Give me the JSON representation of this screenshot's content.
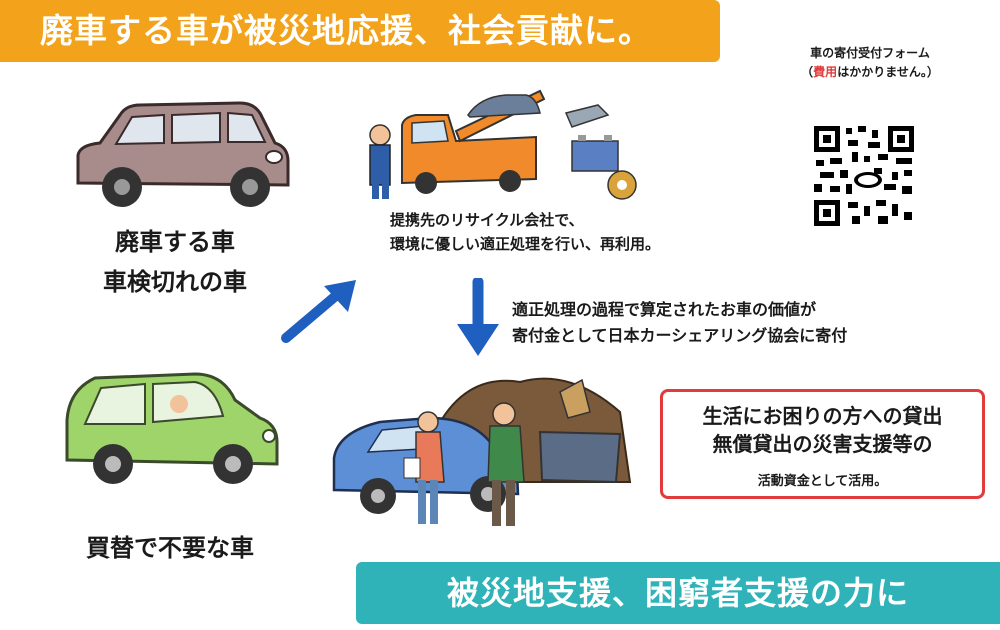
{
  "header": {
    "title": "廃車する車が被災地応援、社会貢献に。"
  },
  "footer": {
    "title": "被災地支援、困窮者支援の力に"
  },
  "left": {
    "top_label_1": "廃車する車",
    "top_label_2": "車検切れの車",
    "bottom_label": "買替で不要な車"
  },
  "recycle": {
    "line1": "提携先のリサイクル会社で、",
    "line2": "環境に優しい適正処理を行い、再利用。"
  },
  "process": {
    "line1": "適正処理の過程で算定されたお車の価値が",
    "line2": "寄付金として日本カーシェアリング協会に寄付"
  },
  "qr": {
    "caption_line1": "車の寄付受付フォーム",
    "caption_open": "（",
    "caption_red": "費用",
    "caption_rest": "はかかりません。）"
  },
  "notice": {
    "line1": "生活にお困りの方への貸出",
    "line2": "無償貸出の災害支援等の",
    "line3": "活動資金として活用。"
  },
  "colors": {
    "orange": "#f2a21b",
    "teal": "#2fb3b8",
    "red": "#e23b3b",
    "arrow": "#1f5fbf"
  },
  "icons": [
    "old-car-icon",
    "green-car-icon",
    "tow-truck-icon",
    "mechanic-icon",
    "battery-icon",
    "gear-icon",
    "qr-code-icon",
    "blue-car-icon",
    "scrap-pile-icon",
    "people-icon",
    "arrow-icon"
  ]
}
